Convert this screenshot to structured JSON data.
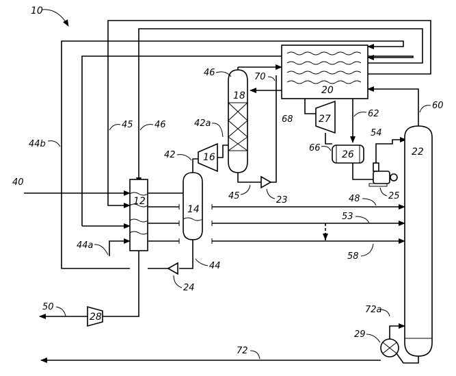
{
  "figure": {
    "system_ref": "10",
    "equipment": {
      "e12": "12",
      "e14": "14",
      "e16": "16",
      "e18": "18",
      "e20": "20",
      "e22": "22",
      "e26": "26",
      "e27": "27",
      "e28": "28"
    },
    "streams": {
      "s40": "40",
      "s42": "42",
      "s42a": "42a",
      "s44": "44",
      "s44a": "44a",
      "s44b": "44b",
      "s45_left": "45",
      "s45_bottom": "45",
      "s46_left": "46",
      "s46_top": "46",
      "s48": "48",
      "s50": "50",
      "s53": "53",
      "s54": "54",
      "s58": "58",
      "s60": "60",
      "s62": "62",
      "s66": "66",
      "s68": "68",
      "s70": "70",
      "s72": "72",
      "s72a": "72a"
    },
    "devices": {
      "d23": "23",
      "d24": "24",
      "d25": "25",
      "d29": "29"
    }
  }
}
